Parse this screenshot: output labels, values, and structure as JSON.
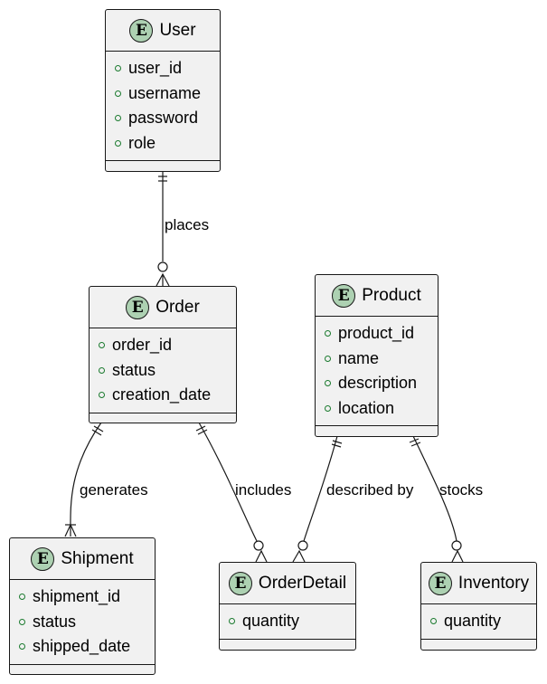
{
  "entities": {
    "user": {
      "name": "User",
      "badge": "E",
      "attrs": [
        "user_id",
        "username",
        "password",
        "role"
      ]
    },
    "order": {
      "name": "Order",
      "badge": "E",
      "attrs": [
        "order_id",
        "status",
        "creation_date"
      ]
    },
    "product": {
      "name": "Product",
      "badge": "E",
      "attrs": [
        "product_id",
        "name",
        "description",
        "location"
      ]
    },
    "shipment": {
      "name": "Shipment",
      "badge": "E",
      "attrs": [
        "shipment_id",
        "status",
        "shipped_date"
      ]
    },
    "orderdetail": {
      "name": "OrderDetail",
      "badge": "E",
      "attrs": [
        "quantity"
      ]
    },
    "inventory": {
      "name": "Inventory",
      "badge": "E",
      "attrs": [
        "quantity"
      ]
    }
  },
  "relations": {
    "places": "places",
    "generates": "generates",
    "includes": "includes",
    "described_by": "described by",
    "stocks": "stocks"
  },
  "colors": {
    "entity_fill": "#f1f1f1",
    "badge_fill": "#add1b2",
    "line": "#181818",
    "attr_marker": "#1a7a2e"
  }
}
